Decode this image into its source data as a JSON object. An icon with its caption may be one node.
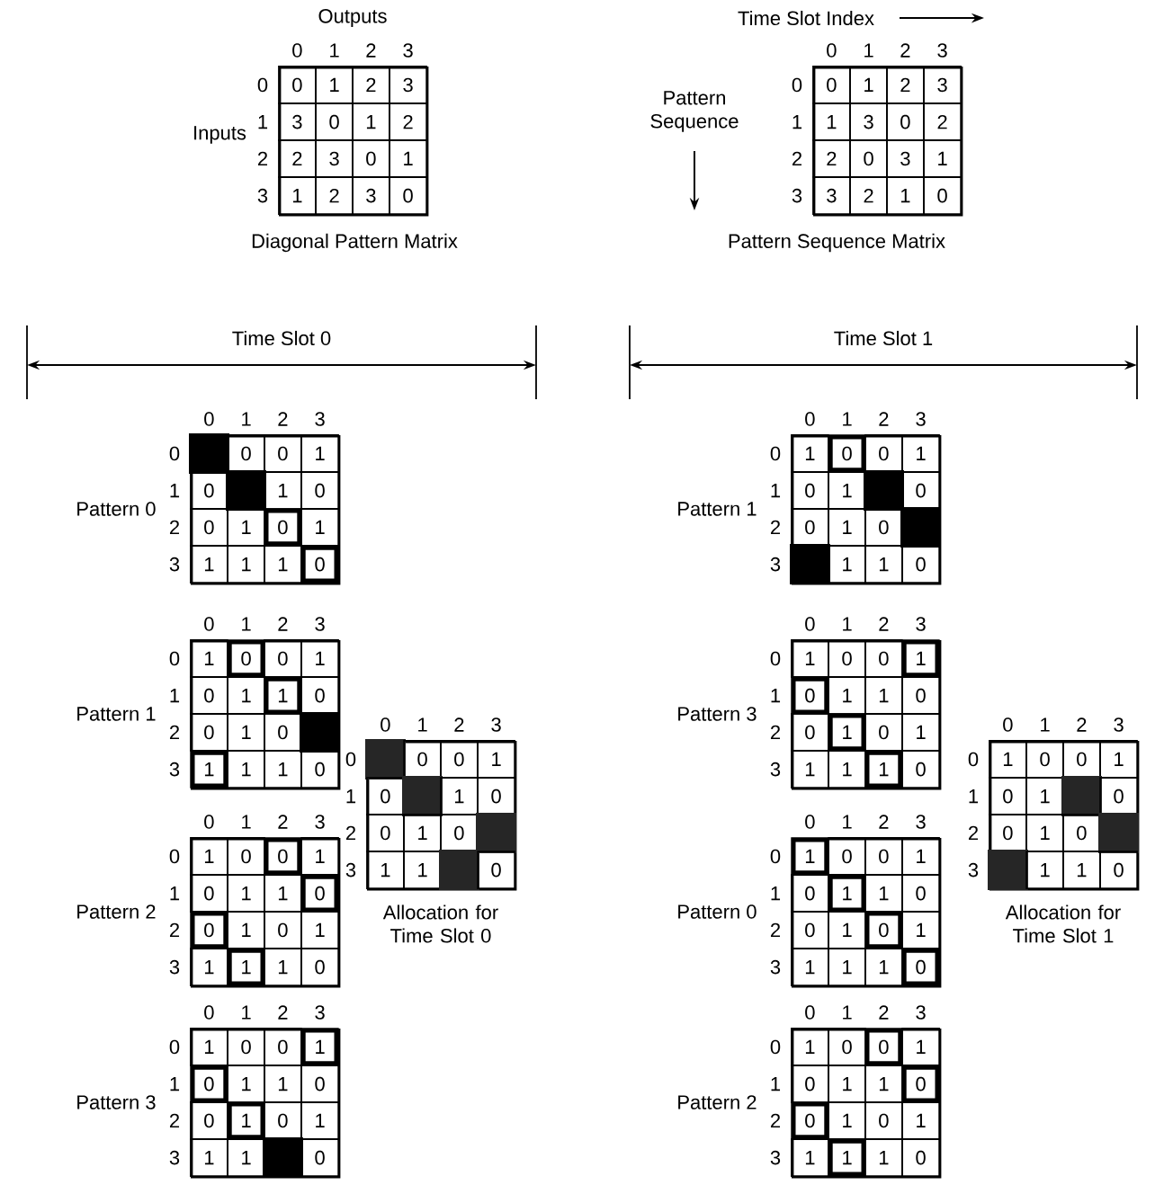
{
  "diagram": {
    "nodes": [
      {
        "text": [
          "0",
          "1",
          "2",
          "3",
          "3",
          "0",
          "1",
          "2",
          "2",
          "3",
          "0",
          "1",
          "1",
          "2",
          "3",
          "0"
        ],
        "beside": [
          "0",
          "1",
          "2",
          "3",
          "0",
          "1",
          "2",
          "3",
          "Outputs",
          "Inputs",
          "Diagonal Pattern Matrix"
        ]
      },
      {
        "text": [
          "0",
          "1",
          "2",
          "3",
          "1",
          "3",
          "0",
          "2",
          "2",
          "0",
          "3",
          "1",
          "3",
          "2",
          "1",
          "0"
        ],
        "beside": [
          "0",
          "1",
          "2",
          "3",
          "0",
          "1",
          "2",
          "3",
          "Time Slot Index",
          "Pattern Sequence",
          "Pattern Sequence Matrix"
        ]
      },
      {
        "text": [
          "0",
          "0",
          "1",
          "0",
          "1",
          "0",
          "0",
          "1",
          "0",
          "1",
          "1",
          "1",
          "1",
          "0"
        ],
        "beside": [
          "0",
          "1",
          "2",
          "3",
          "0",
          "1",
          "2",
          "3",
          "Pattern 0"
        ]
      },
      {
        "text": [
          "1",
          "0",
          "0",
          "1",
          "0",
          "1",
          "1",
          "0",
          "0",
          "1",
          "0",
          "1",
          "1",
          "1",
          "0"
        ],
        "beside": [
          "0",
          "1",
          "2",
          "3",
          "0",
          "1",
          "2",
          "3",
          "Pattern 1"
        ]
      },
      {
        "text": [
          "1",
          "0",
          "0",
          "1",
          "0",
          "1",
          "1",
          "0",
          "0",
          "1",
          "0",
          "1",
          "1",
          "1",
          "1",
          "0"
        ],
        "beside": [
          "0",
          "1",
          "2",
          "3",
          "0",
          "1",
          "2",
          "3",
          "Pattern 2"
        ]
      },
      {
        "text": [
          "1",
          "0",
          "0",
          "1",
          "0",
          "1",
          "1",
          "0",
          "0",
          "1",
          "0",
          "1",
          "1",
          "1",
          "0"
        ],
        "beside": [
          "0",
          "1",
          "2",
          "3",
          "0",
          "1",
          "2",
          "3",
          "Pattern 3"
        ]
      },
      {
        "text": [
          "0",
          "0",
          "1",
          "0",
          "1",
          "0",
          "0",
          "1",
          "0",
          "1",
          "1",
          "0"
        ],
        "beside": [
          "0",
          "1",
          "2",
          "3",
          "0",
          "1",
          "2",
          "3",
          "Allocation for Time Slot 0"
        ]
      },
      {
        "text": [
          "1",
          "0",
          "0",
          "1",
          "0",
          "1",
          "0",
          "0",
          "1",
          "0",
          "1",
          "1",
          "0"
        ],
        "beside": [
          "0",
          "1",
          "2",
          "3",
          "0",
          "1",
          "2",
          "3",
          "Pattern 1"
        ]
      },
      {
        "text": [
          "1",
          "0",
          "0",
          "1",
          "0",
          "1",
          "1",
          "0",
          "0",
          "1",
          "0",
          "1",
          "1",
          "1",
          "1",
          "0"
        ],
        "beside": [
          "0",
          "1",
          "2",
          "3",
          "0",
          "1",
          "2",
          "3",
          "Pattern 3"
        ]
      },
      {
        "text": [
          "1",
          "0",
          "0",
          "1",
          "0",
          "1",
          "1",
          "0",
          "0",
          "1",
          "0",
          "1",
          "1",
          "1",
          "1",
          "0"
        ],
        "beside": [
          "0",
          "1",
          "2",
          "3",
          "0",
          "1",
          "2",
          "3",
          "Pattern 0"
        ]
      },
      {
        "text": [
          "1",
          "0",
          "0",
          "1",
          "0",
          "1",
          "1",
          "0",
          "0",
          "1",
          "0",
          "1",
          "1",
          "1",
          "1",
          "0"
        ],
        "beside": [
          "0",
          "1",
          "2",
          "3",
          "0",
          "1",
          "2",
          "3",
          "Pattern 2"
        ]
      },
      {
        "text": [
          "1",
          "0",
          "0",
          "1",
          "0",
          "1",
          "0",
          "0",
          "1",
          "0",
          "1",
          "1",
          "0"
        ],
        "beside": [
          "0",
          "1",
          "2",
          "3",
          "0",
          "1",
          "2",
          "3",
          "Allocation for Time Slot 1"
        ]
      }
    ],
    "labels": [
      "Time Slot 0",
      "Time Slot 1"
    ]
  }
}
